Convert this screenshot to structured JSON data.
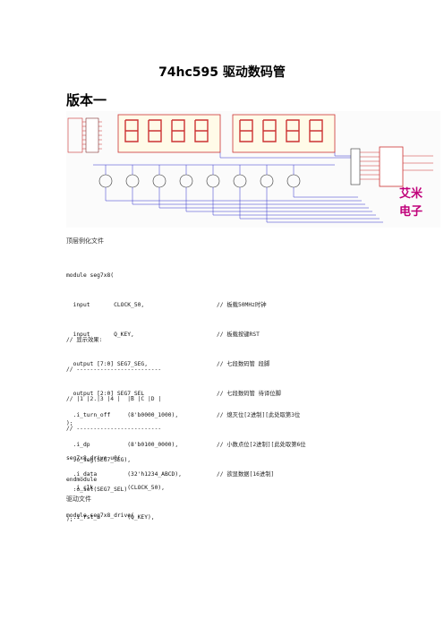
{
  "doc": {
    "title": "74hc595 驱动数码管",
    "version_heading": "版本一",
    "caption_top": "顶层例化文件",
    "caption_drive": "驱动文件",
    "logo_text_top": "艾米",
    "logo_text_bottom": "电子"
  },
  "code_top": [
    {
      "a": "module seg7x8(",
      "b": ""
    },
    {
      "a": "  input       CLOCK_50,",
      "b": "// 板载50MHz时钟"
    },
    {
      "a": "  input       Q_KEY,",
      "b": "// 板载按键RST"
    },
    {
      "a": "  output [7:0] SEG7_SEG,",
      "b": "// 七段数码管 段脚"
    },
    {
      "a": "  output [2:0] SEG7_SEL",
      "b": "// 七段数码管 待译位脚"
    },
    {
      "a": ");",
      "b": ""
    }
  ],
  "code_mid": [
    {
      "a": "// 显示效果:",
      "b": ""
    },
    {
      "a": "// -------------------------",
      "b": ""
    },
    {
      "a": "// |1 |2.|3 |4 |  |B |C |D |",
      "b": ""
    },
    {
      "a": "// -------------------------",
      "b": ""
    },
    {
      "a": "seg7x8_drive u0(",
      "b": ""
    },
    {
      "a": "  .i_clk          (CLOCK_50),",
      "b": ""
    },
    {
      "a": "  .i_rst_n        (Q_KEY),",
      "b": ""
    }
  ],
  "code_inst": [
    {
      "a": "  .i_turn_off     (8'b0000_1000),",
      "b": "// 熄灭位[2进制][此处取第3位"
    },
    {
      "a": "  .i_dp           (8'b0100_0000),",
      "b": "// 小数点位[2进制][此处取第6位"
    },
    {
      "a": "  .i_data         (32'h1234_ABCD),",
      "b": "// 欲显数据[16进制]"
    }
  ],
  "code_out": [
    {
      "a": "  .o_seg(SEG7_SEG),",
      "b": ""
    },
    {
      "a": "  .o_sel(SEG7_SEL)",
      "b": ""
    },
    {
      "a": ");",
      "b": ""
    }
  ],
  "code_end": "endmodule",
  "code_drive": "module seg7x8_drive("
}
